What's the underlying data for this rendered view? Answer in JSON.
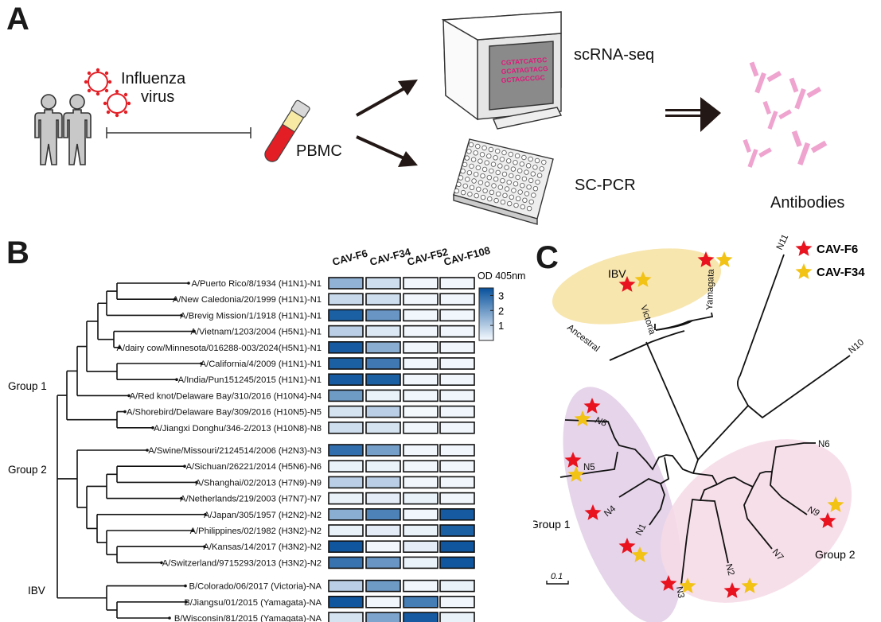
{
  "panelA": {
    "letter": "A",
    "virus_label_line1": "Influenza",
    "virus_label_line2": "virus",
    "pbmc_label": "PBMC",
    "scrna_label": "scRNA-seq",
    "scpcr_label": "SC-PCR",
    "antibodies_label": "Antibodies",
    "screen_seq": [
      "CGTATCATGC",
      "GCATAGTACG",
      "GCTAGCCGC"
    ]
  },
  "panelB": {
    "letter": "B",
    "legend_title": "OD 405nm",
    "legend_ticks": [
      "3",
      "2",
      "1"
    ],
    "legend_tick_values": [
      3,
      2,
      1
    ],
    "group_labels": {
      "g1": "Group 1",
      "g2": "Group 2",
      "ibv": "IBV"
    },
    "antibodies": [
      "CAV-F6",
      "CAV-F34",
      "CAV-F52",
      "CAV-F108"
    ],
    "strains": [
      "A/Puerto Rico/8/1934 (H1N1)-N1",
      "A/New Caledonia/20/1999 (H1N1)-N1",
      "A/Brevig Mission/1/1918 (H1N1)-N1",
      "A/Vietnam/1203/2004 (H5N1)-N1",
      "A/dairy cow/Minnesota/016288-003/2024(H5N1)-N1",
      "A/California/4/2009 (H1N1)-N1",
      "A/India/Pun151245/2015 (H1N1)-N1",
      "A/Red knot/Delaware Bay/310/2016 (H10N4)-N4",
      "A/Shorebird/Delaware Bay/309/2016 (H10N5)-N5",
      "A/Jiangxi Donghu/346-2/2013 (H10N8)-N8",
      "A/Swine/Missouri/2124514/2006 (H2N3)-N3",
      "A/Sichuan/26221/2014 (H5N6)-N6",
      "A/Shanghai/02/2013 (H7N9)-N9",
      "A/Netherlands/219/2003 (H7N7)-N7",
      "A/Japan/305/1957 (H2N2)-N2",
      "A/Philippines/02/1982 (H3N2)-N2",
      "A/Kansas/14/2017 (H3N2)-N2",
      "A/Switzerland/9715293/2013 (H3N2)-N2",
      "B/Colorado/06/2017 (Victoria)-NA",
      "B/Jiangsu/01/2015 (Yamagata)-NA",
      "B/Wisconsin/81/2015 (Yamagata)-NA"
    ]
  },
  "chart_data": {
    "type": "heatmap",
    "title": "",
    "xlabel": "",
    "ylabel": "",
    "colorbar_label": "OD 405nm",
    "color_range": [
      0,
      3.5
    ],
    "columns": [
      "CAV-F6",
      "CAV-F34",
      "CAV-F52",
      "CAV-F108"
    ],
    "rows": [
      "A/Puerto Rico/8/1934 (H1N1)-N1",
      "A/New Caledonia/20/1999 (H1N1)-N1",
      "A/Brevig Mission/1/1918 (H1N1)-N1",
      "A/Vietnam/1203/2004 (H5N1)-N1",
      "A/dairy cow/Minnesota/016288-003/2024(H5N1)-N1",
      "A/California/4/2009 (H1N1)-N1",
      "A/India/Pun151245/2015 (H1N1)-N1",
      "A/Red knot/Delaware Bay/310/2016 (H10N4)-N4",
      "A/Shorebird/Delaware Bay/309/2016 (H10N5)-N5",
      "A/Jiangxi Donghu/346-2/2013 (H10N8)-N8",
      "A/Swine/Missouri/2124514/2006 (H2N3)-N3",
      "A/Sichuan/26221/2014 (H5N6)-N6",
      "A/Shanghai/02/2013 (H7N9)-N9",
      "A/Netherlands/219/2003 (H7N7)-N7",
      "A/Japan/305/1957 (H2N2)-N2",
      "A/Philippines/02/1982 (H3N2)-N2",
      "A/Kansas/14/2017 (H3N2)-N2",
      "A/Switzerland/9715293/2013 (H3N2)-N2",
      "B/Colorado/06/2017 (Victoria)-NA",
      "B/Jiangsu/01/2015 (Yamagata)-NA",
      "B/Wisconsin/81/2015 (Yamagata)-NA"
    ],
    "values": [
      [
        1.5,
        0.6,
        0.1,
        0.1
      ],
      [
        0.7,
        0.6,
        0.1,
        0.1
      ],
      [
        3.2,
        2.1,
        0.1,
        0.1
      ],
      [
        0.9,
        0.4,
        0.1,
        0.1
      ],
      [
        3.3,
        1.6,
        0.1,
        0.1
      ],
      [
        3.2,
        2.7,
        0.1,
        0.1
      ],
      [
        3.3,
        3.2,
        0.1,
        0.1
      ],
      [
        2.0,
        0.2,
        0.1,
        0.1
      ],
      [
        0.5,
        0.9,
        0.05,
        0.1
      ],
      [
        0.6,
        0.5,
        0.1,
        0.1
      ],
      [
        2.9,
        1.9,
        0.1,
        0.1
      ],
      [
        0.2,
        0.2,
        0.1,
        0.1
      ],
      [
        0.9,
        0.9,
        0.1,
        0.1
      ],
      [
        0.2,
        0.3,
        0.2,
        0.1
      ],
      [
        1.6,
        2.5,
        0.1,
        3.3
      ],
      [
        0.2,
        0.3,
        0.2,
        3.2
      ],
      [
        3.4,
        0.1,
        0.3,
        3.4
      ],
      [
        2.8,
        2.1,
        0.2,
        3.4
      ],
      [
        0.9,
        2.0,
        0.1,
        0.2
      ],
      [
        3.4,
        0.1,
        2.6,
        0.1
      ],
      [
        0.5,
        1.8,
        3.3,
        0.2
      ]
    ]
  },
  "panelC": {
    "letter": "C",
    "legend": [
      {
        "label": "CAV-F6",
        "color": "#e8131f"
      },
      {
        "label": "CAV-F34",
        "color": "#f2c215"
      }
    ],
    "clade_labels": {
      "ibv": "IBV",
      "g1": "Group 1",
      "g2": "Group 2"
    },
    "tip_labels": [
      "Victoria",
      "Yamagata",
      "Ancestral",
      "N11",
      "N10",
      "N8",
      "N5",
      "N4",
      "N1",
      "N3",
      "N2",
      "N7",
      "N9",
      "N6"
    ],
    "scale_bar": "0.1"
  },
  "colors": {
    "heat_high": "#08519c",
    "heat_low": "#f7fbff",
    "ibv_ellipse": "#f7e3a6",
    "group1_ellipse": "#e2cce6",
    "group2_ellipse": "#f6d9e6",
    "virus_red": "#e31e25",
    "antibody_pink": "#efa3cf"
  }
}
